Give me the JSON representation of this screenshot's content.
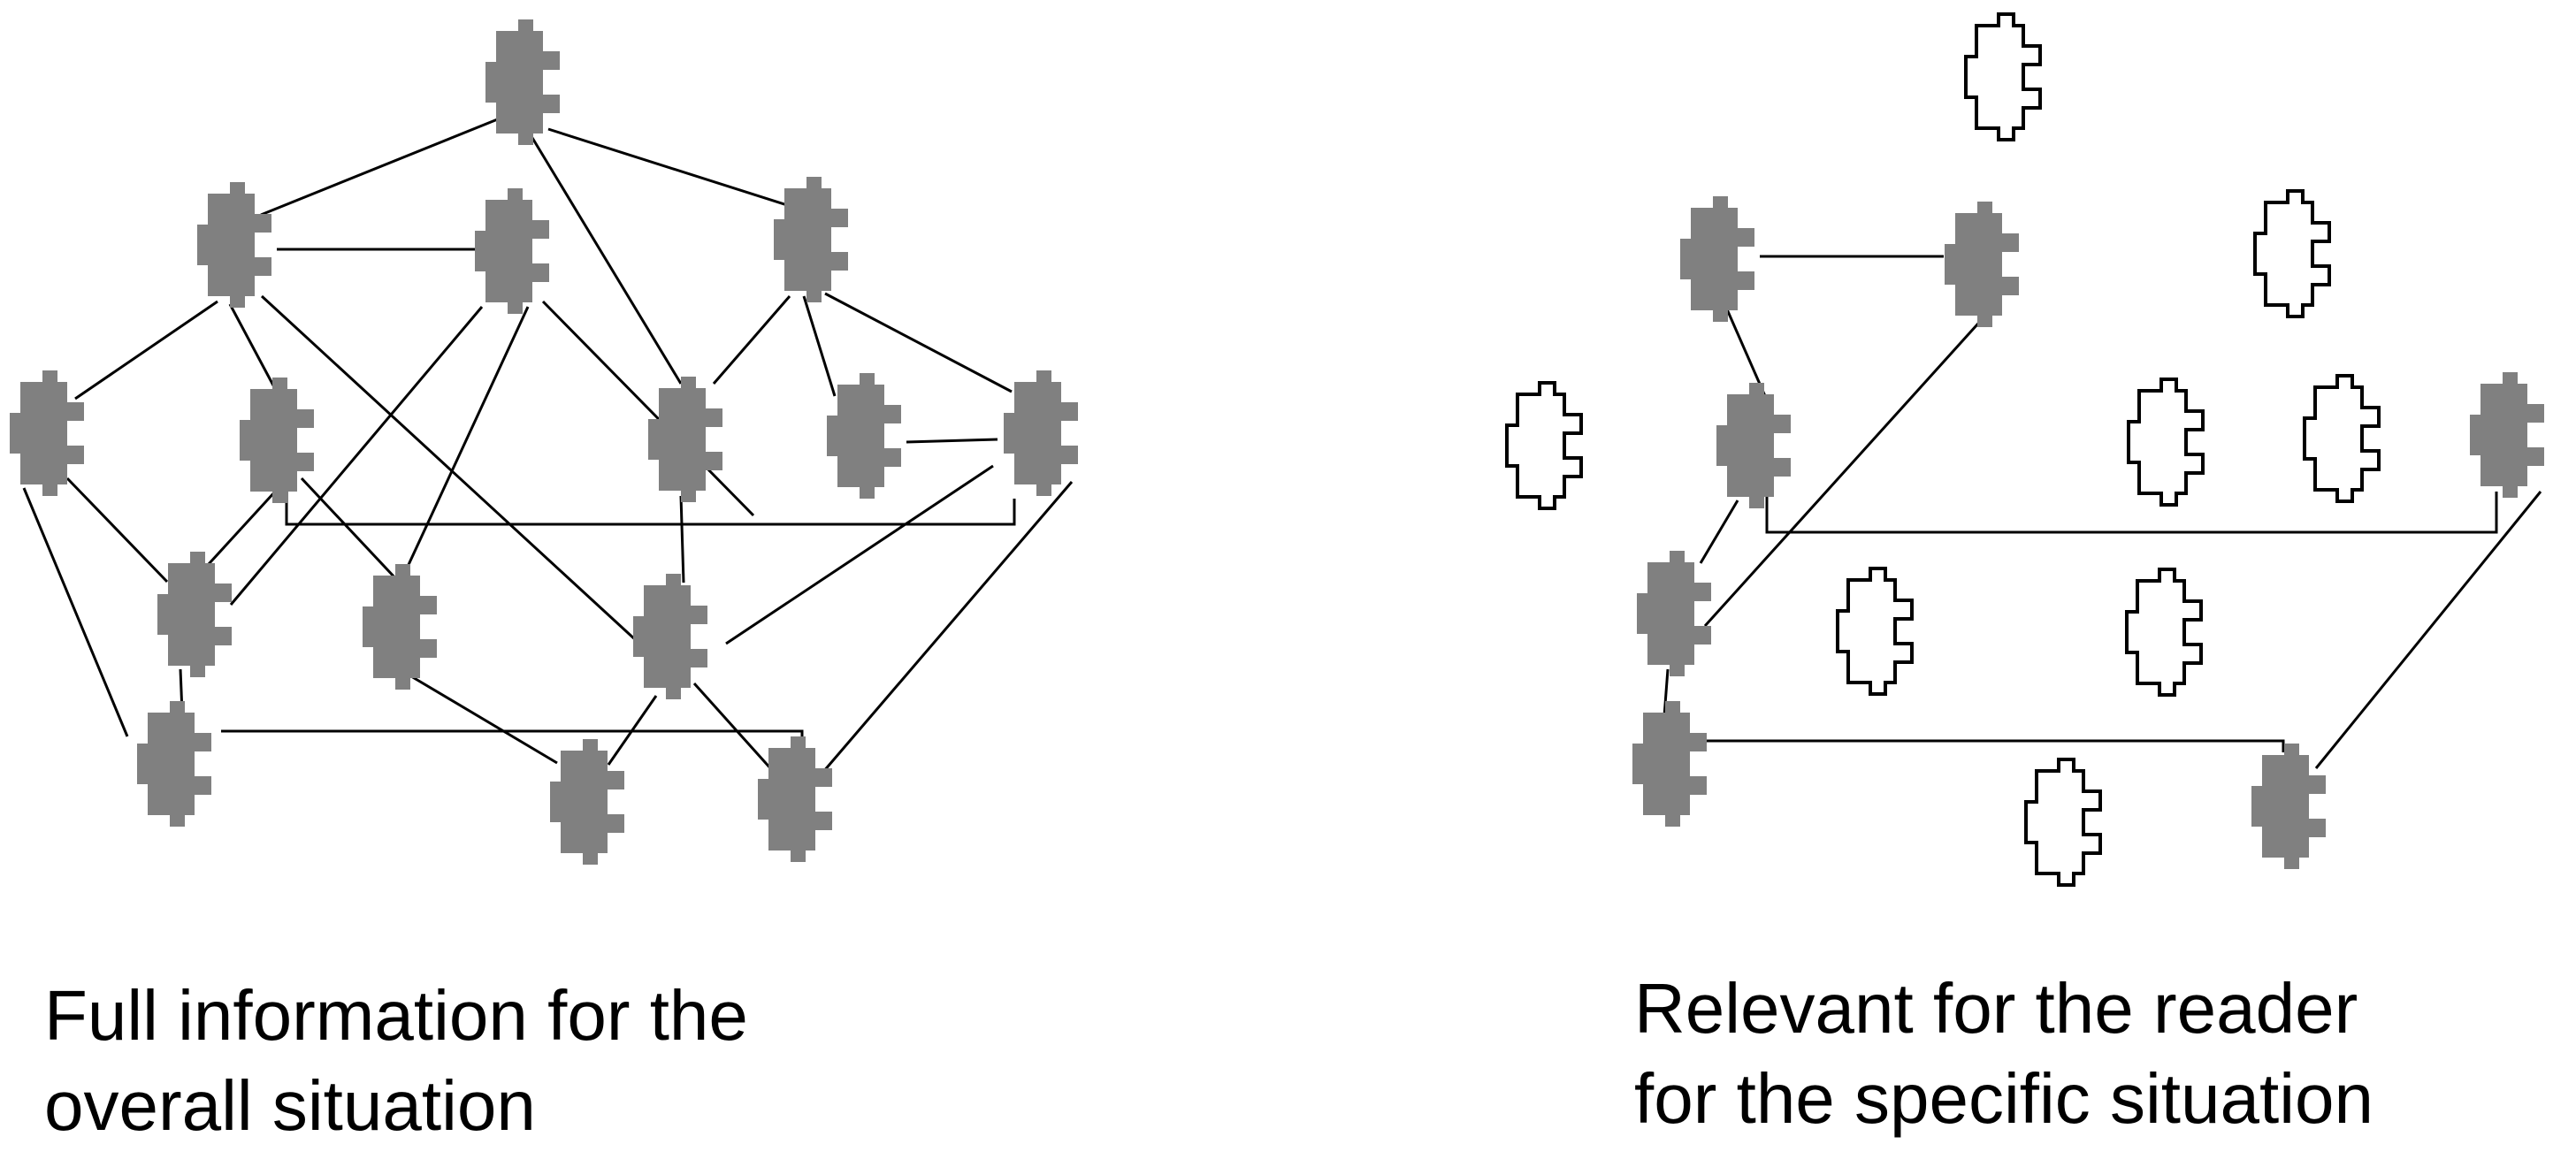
{
  "colors": {
    "background": "#ffffff",
    "filled_piece": "#808080",
    "outline_piece": "#000000",
    "connector": "#000000",
    "text": "#000000"
  },
  "left_panel": {
    "caption": {
      "line1": "Full information for the",
      "line2": "overall situation"
    },
    "piece_style": "filled-gray-puzzle-piece"
  },
  "right_panel": {
    "caption": {
      "line1": "Relevant for the reader",
      "line2": "for the specific situation"
    },
    "piece_style_connected": "filled-gray-puzzle-piece",
    "piece_style_unconnected": "outlined-puzzle-piece"
  }
}
